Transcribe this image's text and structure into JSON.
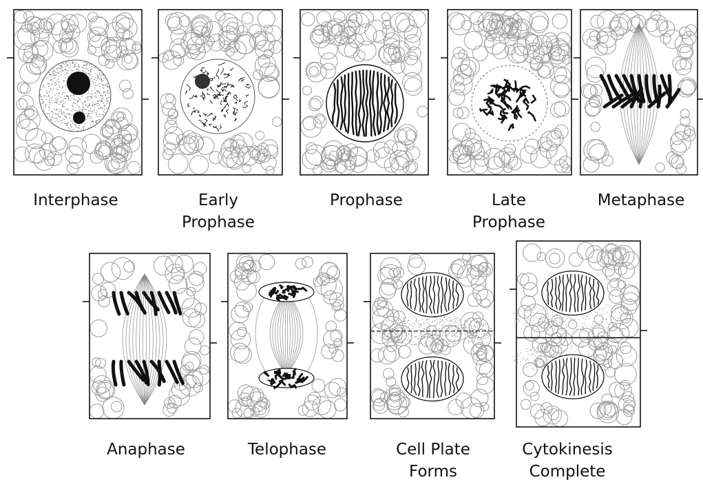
{
  "panels": [
    {
      "id": "interphase",
      "label_lines": [
        "Interphase"
      ]
    },
    {
      "id": "early-prophase",
      "label_lines": [
        "Early",
        "Prophase"
      ]
    },
    {
      "id": "prophase",
      "label_lines": [
        "Prophase"
      ]
    },
    {
      "id": "late-prophase",
      "label_lines": [
        "Late",
        "Prophase"
      ]
    },
    {
      "id": "metaphase",
      "label_lines": [
        "Metaphase"
      ]
    },
    {
      "id": "anaphase",
      "label_lines": [
        "Anaphase"
      ]
    },
    {
      "id": "telophase",
      "label_lines": [
        "Telophase"
      ]
    },
    {
      "id": "cell-plate-forms",
      "label_lines": [
        "Cell Plate",
        "Forms"
      ]
    },
    {
      "id": "cytokinesis-complete",
      "label_lines": [
        "Cytokinesis",
        "Complete"
      ]
    }
  ],
  "colors": {
    "ink": "#111111",
    "stipple": "#9a9a9a",
    "paper": "#ffffff"
  }
}
